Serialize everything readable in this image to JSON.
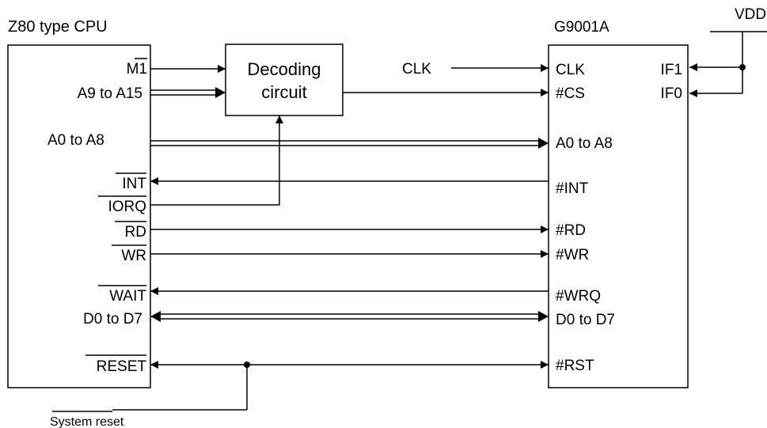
{
  "cpu": {
    "title": "Z80 type CPU"
  },
  "chip": {
    "title": "G9001A"
  },
  "vdd": "VDD",
  "decoder": {
    "line1": "Decoding",
    "line2": "circuit"
  },
  "clk_source": "CLK",
  "system_reset": "System reset",
  "cpu_pins": {
    "m1": "M1",
    "a9_a15": "A9 to A15",
    "a0_a8": "A0 to A8",
    "int": "INT",
    "iorq": "IORQ",
    "rd": "RD",
    "wr": "WR",
    "wait": "WAIT",
    "d0_d7": "D0 to D7",
    "reset": "RESET"
  },
  "chip_pins": {
    "clk": "CLK",
    "cs": "#CS",
    "a0_a8": "A0 to A8",
    "int": "#INT",
    "rd": "#RD",
    "wr": "#WR",
    "wrq": "#WRQ",
    "d0_d7": "D0 to D7",
    "rst": "#RST",
    "if1": "IF1",
    "if0": "IF0"
  }
}
